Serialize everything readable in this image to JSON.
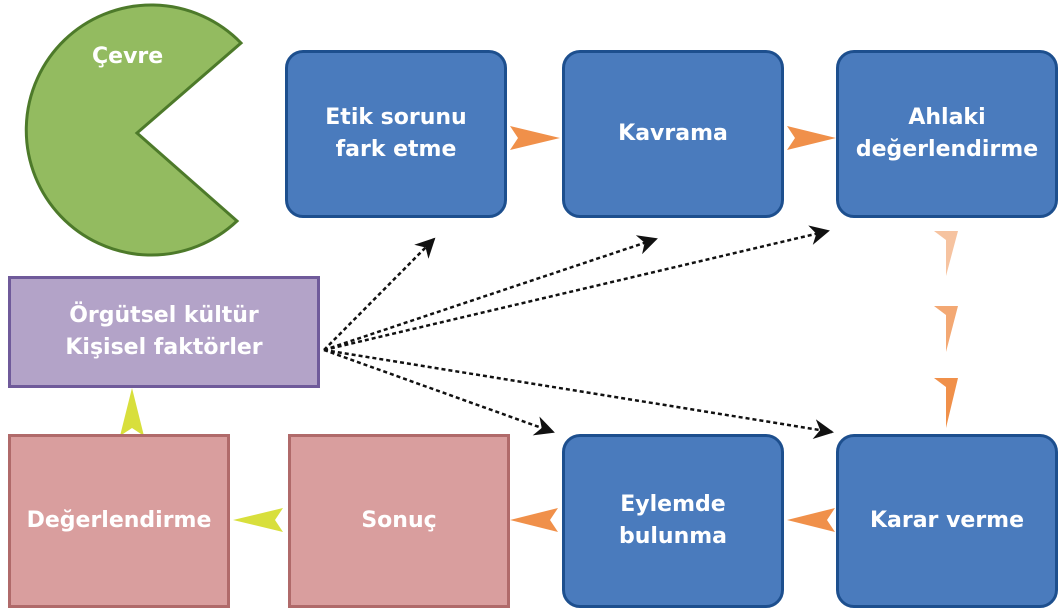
{
  "environment": {
    "label": "Çevre"
  },
  "stages": {
    "recognize": "Etik sorunu\nfark etme",
    "comprehend": "Kavrama",
    "moral_evaluation": "Ahlaki\ndeğerlendirme",
    "decision": "Karar verme",
    "action": "Eylemde\nbulunma",
    "result": "Sonuç",
    "evaluation": "Değerlendirme"
  },
  "factors": {
    "label": "Örgütsel kültür\nKişisel faktörler"
  },
  "colors": {
    "stage_fill": "#4a7bbd",
    "stage_border": "#1d4f8e",
    "outcome_fill": "#d99e9e",
    "factors_fill": "#b3a3c8",
    "environment_fill": "#93bb60",
    "arrow_orange": "#f0904a",
    "arrow_yellow": "#d8df3c"
  }
}
